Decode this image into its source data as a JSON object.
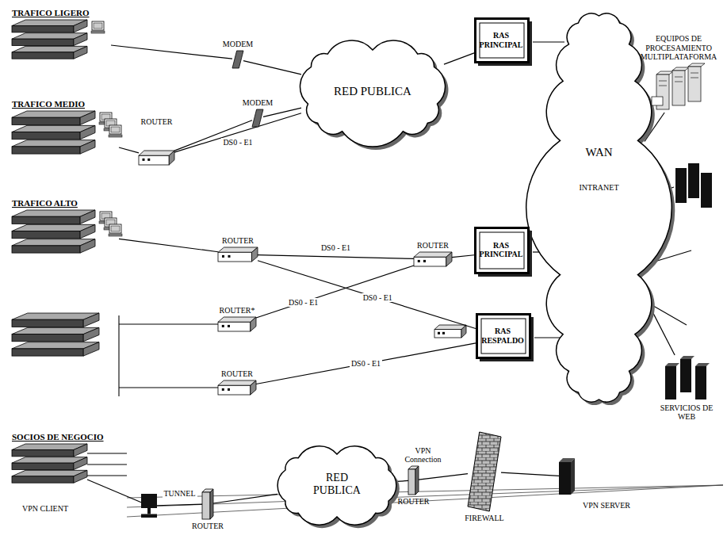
{
  "diagram": {
    "nodes": [
      {
        "text": [
          "TRAFICO LIGERO"
        ]
      },
      {
        "text": [
          "MODEM"
        ]
      },
      {
        "text": [
          "TRAFICO MEDIO"
        ]
      },
      {
        "text": [
          "ROUTER"
        ]
      },
      {
        "text": [
          "MODEM"
        ]
      },
      {
        "text": [
          "RED PUBLICA"
        ]
      },
      {
        "text": [
          "RAS PRINCIPAL"
        ]
      },
      {
        "text": [
          "WAN",
          "INTRANET"
        ]
      },
      {
        "text": [
          "EQUIPOS DE PROCESAMIENTO MULTIPLATAFORMA"
        ]
      },
      {
        "text": [
          "TRAFICO ALTO"
        ]
      },
      {
        "text": [
          "ROUTER"
        ]
      },
      {
        "text": [
          "ROUTER"
        ]
      },
      {
        "text": [
          "RAS PRINCIPAL"
        ]
      },
      {
        "text": [
          "ROUTER*"
        ]
      },
      {
        "text": [
          "ROUTER"
        ]
      },
      {
        "text": [
          "RAS RESPALDO"
        ]
      },
      {
        "text": [
          "SERVICIOS DE WEB"
        ]
      },
      {
        "text": [
          "SOCIOS DE NEGOCIO"
        ]
      },
      {
        "text": [
          "VPN CLIENT"
        ]
      },
      {
        "text": [
          "ROUTER"
        ]
      },
      {
        "text": [
          "RED PUBLICA"
        ]
      },
      {
        "text": [
          "VPN Connection",
          "ROUTER"
        ]
      },
      {
        "text": [
          "FIREWALL"
        ]
      },
      {
        "text": [
          "VPN SERVER"
        ]
      }
    ],
    "edges": [
      {
        "from": 0,
        "to": 1,
        "arrow": "none"
      },
      {
        "from": 1,
        "to": 5,
        "arrow": "none"
      },
      {
        "from": 2,
        "to": 3,
        "arrow": "none"
      },
      {
        "from": 3,
        "to": 4,
        "arrow": "none"
      },
      {
        "from": 4,
        "to": 5,
        "arrow": "none"
      },
      {
        "from": 3,
        "to": 5,
        "label": "DS0 - E1",
        "arrow": "none"
      },
      {
        "from": 5,
        "to": 6,
        "arrow": "none"
      },
      {
        "from": 6,
        "to": 7,
        "arrow": "none"
      },
      {
        "from": 7,
        "to": 8,
        "arrow": "none"
      },
      {
        "from": 9,
        "to": 10,
        "arrow": "none"
      },
      {
        "from": 10,
        "to": 11,
        "label": "DS0 - E1",
        "arrow": "none"
      },
      {
        "from": 11,
        "to": 12,
        "arrow": "none"
      },
      {
        "from": 10,
        "to": 15,
        "label": "DS0 - E1",
        "arrow": "none"
      },
      {
        "from": 13,
        "to": 11,
        "label": "DS0 - E1",
        "arrow": "none"
      },
      {
        "from": 14,
        "to": 15,
        "label": "DS0 - E1",
        "arrow": "none"
      },
      {
        "from": 12,
        "to": 7,
        "arrow": "none"
      },
      {
        "from": 15,
        "to": 7,
        "arrow": "none"
      },
      {
        "from": 7,
        "to": 16,
        "arrow": "none"
      },
      {
        "from": 17,
        "to": 18,
        "arrow": "none"
      },
      {
        "from": 18,
        "to": 19,
        "label": "TUNNEL",
        "arrow": "none"
      },
      {
        "from": 19,
        "to": 20,
        "arrow": "none"
      },
      {
        "from": 20,
        "to": 21,
        "arrow": "none"
      },
      {
        "from": 21,
        "to": 22,
        "arrow": "none"
      },
      {
        "from": 22,
        "to": 23,
        "arrow": "none"
      }
    ]
  }
}
